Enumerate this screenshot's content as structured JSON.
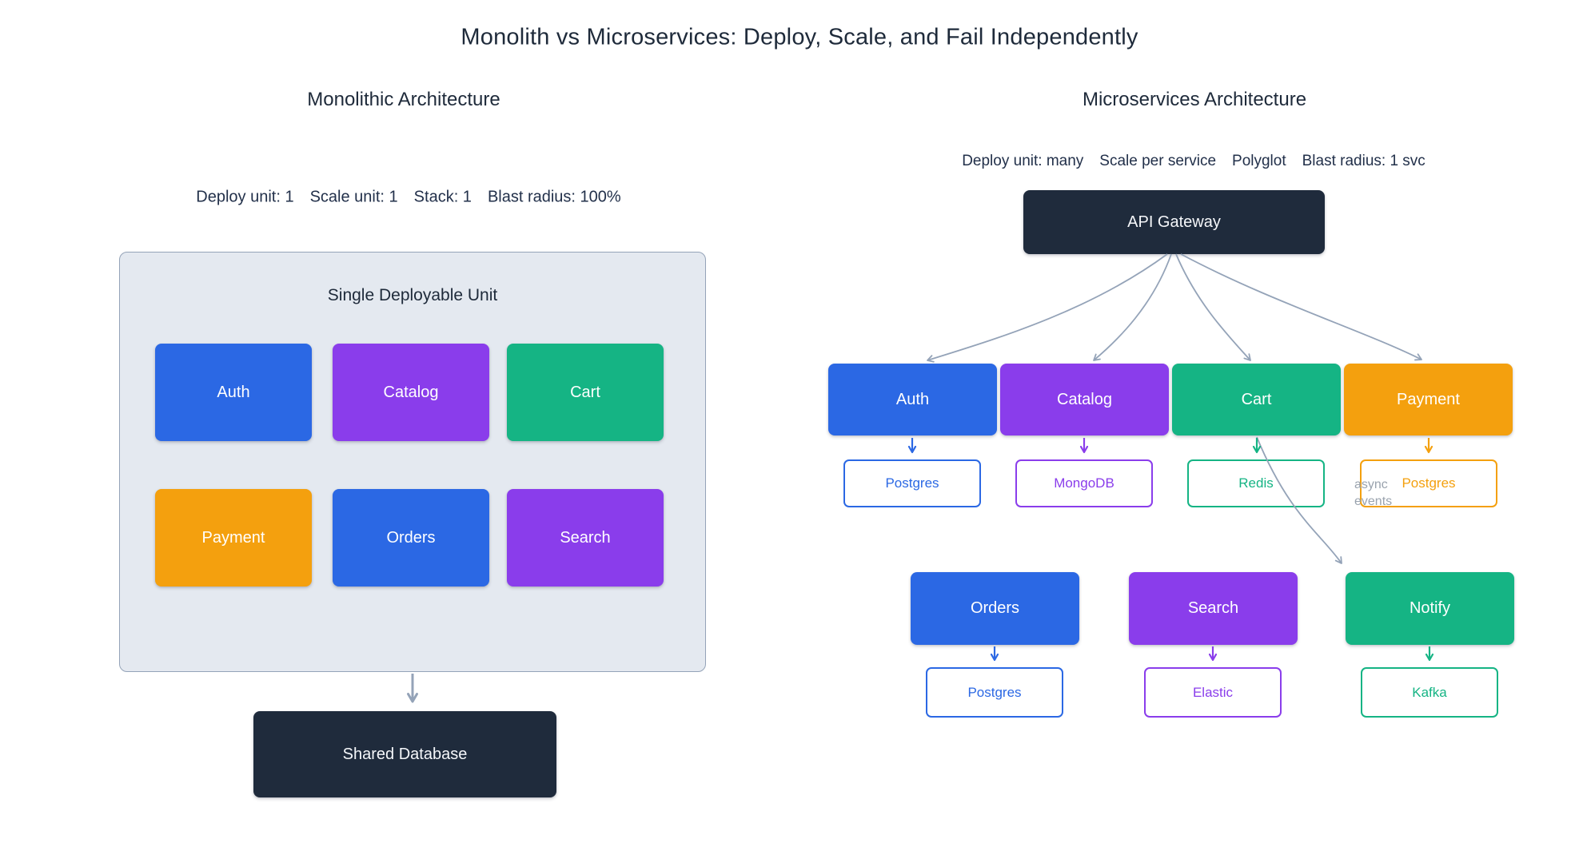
{
  "title": "Monolith vs Microservices: Deploy, Scale, and Fail Independently",
  "palette": {
    "blue": "#2b68e4",
    "purple": "#8a3deb",
    "green": "#15b484",
    "orange": "#f4a00e",
    "navy": "#1f2b3c",
    "panel_bg": "#e4e9f0",
    "panel_border": "#94a3b8",
    "arrow_gray": "#94a3b8",
    "label_gray": "#9aa3ae",
    "heading_text": "#1e2a3a"
  },
  "monolith": {
    "header": "Monolithic Architecture",
    "stats": [
      "Deploy unit: 1",
      "Scale unit: 1",
      "Stack: 1",
      "Blast radius: 100%"
    ],
    "container_label": "Single Deployable Unit",
    "modules": [
      {
        "label": "Auth",
        "color": "#2b68e4"
      },
      {
        "label": "Catalog",
        "color": "#8a3deb"
      },
      {
        "label": "Cart",
        "color": "#15b484"
      },
      {
        "label": "Payment",
        "color": "#f4a00e"
      },
      {
        "label": "Orders",
        "color": "#2b68e4"
      },
      {
        "label": "Search",
        "color": "#8a3deb"
      }
    ],
    "database_label": "Shared Database"
  },
  "microservices": {
    "header": "Microservices Architecture",
    "stats": [
      "Deploy unit: many",
      "Scale per service",
      "Polyglot",
      "Blast radius: 1 svc"
    ],
    "gateway_label": "API Gateway",
    "services": [
      {
        "label": "Auth",
        "db": "Postgres",
        "color": "#2b68e4"
      },
      {
        "label": "Catalog",
        "db": "MongoDB",
        "color": "#8a3deb"
      },
      {
        "label": "Cart",
        "db": "Redis",
        "color": "#15b484"
      },
      {
        "label": "Payment",
        "db": "Postgres",
        "color": "#f4a00e"
      },
      {
        "label": "Orders",
        "db": "Postgres",
        "color": "#2b68e4"
      },
      {
        "label": "Search",
        "db": "Elastic",
        "color": "#8a3deb"
      },
      {
        "label": "Notify",
        "db": "Kafka",
        "color": "#15b484"
      }
    ],
    "async_edge_label": "async events"
  }
}
